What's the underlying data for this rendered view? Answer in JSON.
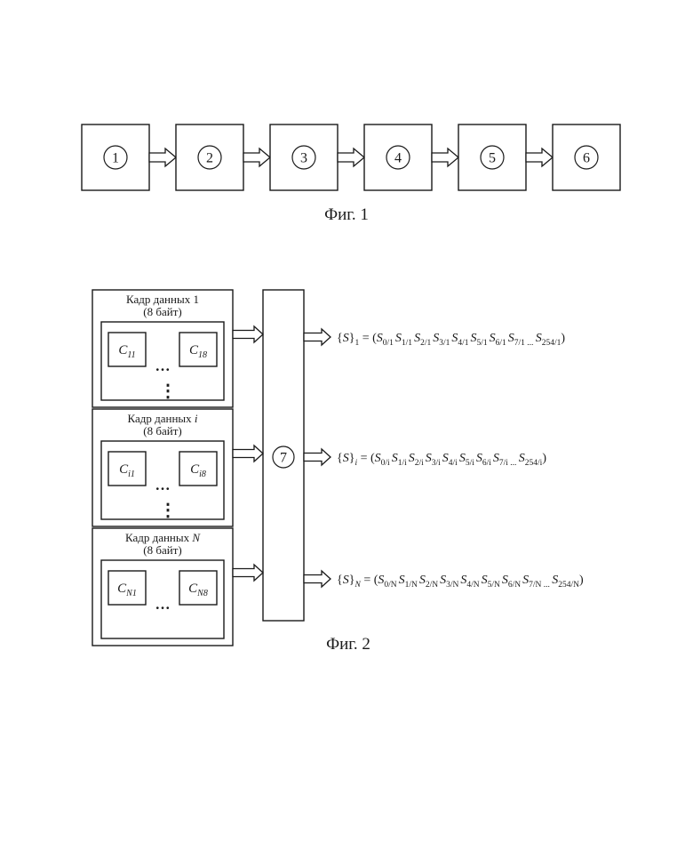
{
  "fig1": {
    "caption": "Фиг. 1",
    "blocks": [
      "1",
      "2",
      "3",
      "4",
      "5",
      "6"
    ]
  },
  "fig2": {
    "caption": "Фиг. 2",
    "processor_label": "7",
    "frames": [
      {
        "title_prefix": "Кадр данных ",
        "title_index": "1",
        "title_index_italic": false,
        "size": "(8 байт)",
        "cell_first": {
          "letter": "C",
          "sub": "11"
        },
        "cell_last": {
          "letter": "C",
          "sub": "18"
        },
        "ellipsis": "…"
      },
      {
        "title_prefix": "Кадр данных ",
        "title_index": "i",
        "title_index_italic": true,
        "size": "(8 байт)",
        "cell_first": {
          "letter": "C",
          "sub": "i1"
        },
        "cell_last": {
          "letter": "C",
          "sub": "i8"
        },
        "ellipsis": "…"
      },
      {
        "title_prefix": "Кадр данных ",
        "title_index": "N",
        "title_index_italic": true,
        "size": "(8 байт)",
        "cell_first": {
          "letter": "C",
          "sub": "N1"
        },
        "cell_last": {
          "letter": "C",
          "sub": "N8"
        },
        "ellipsis": "…"
      }
    ],
    "vertical_dots": "⋮",
    "outputs": [
      {
        "set": "S",
        "index": "1",
        "terms": [
          "0/1",
          "1/1",
          "2/1",
          "3/1",
          "4/1",
          "5/1",
          "6/1",
          "7/1"
        ],
        "last": "254/1",
        "dots": "..."
      },
      {
        "set": "S",
        "index": "i",
        "terms": [
          "0/i",
          "1/i",
          "2/i",
          "3/i",
          "4/i",
          "5/i",
          "6/i",
          "7/i"
        ],
        "last": "254/i",
        "dots": "..."
      },
      {
        "set": "S",
        "index": "N",
        "terms": [
          "0/N",
          "1/N",
          "2/N",
          "3/N",
          "4/N",
          "5/N",
          "6/N",
          "7/N"
        ],
        "last": "254/N",
        "dots": "..."
      }
    ]
  }
}
